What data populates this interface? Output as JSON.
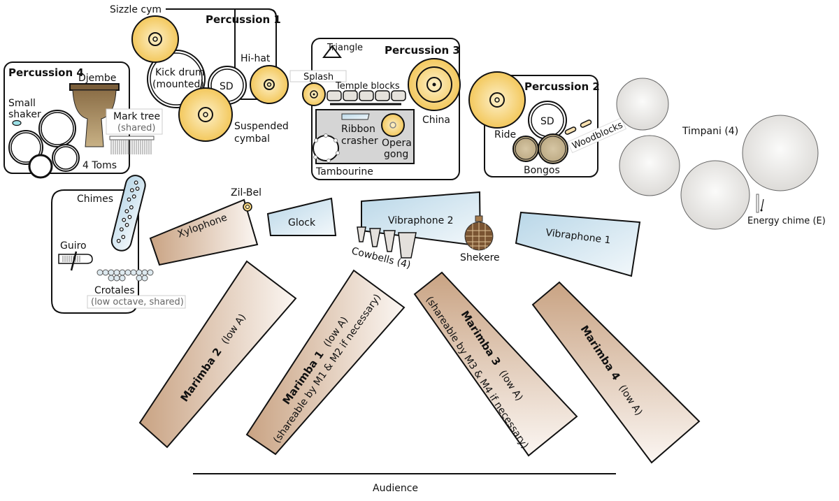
{
  "title": "Percussion ensemble stage setup",
  "colors": {
    "cymbal": "#f5c85a",
    "wood": "#c9a687",
    "metal": "#bcd9e9",
    "timpani": "#e6e4e2",
    "bongo": "#c9b896",
    "djembe": "#a88c62",
    "ink": "#111111"
  },
  "stations": {
    "p1": {
      "title": "Percussion 1",
      "sizzle": "Sizzle cym",
      "kick_line1": "Kick drum",
      "kick_line2": "(mounted)",
      "sd": "SD",
      "hihat": "Hi-hat",
      "susp_line1": "Suspended",
      "susp_line2": "cymbal"
    },
    "p2": {
      "title": "Percussion 2",
      "ride": "Ride",
      "sd": "SD",
      "woodblocks": "Woodblocks",
      "bongos": "Bongos"
    },
    "p3": {
      "title": "Percussion 3",
      "triangle": "Triangle",
      "splash": "Splash",
      "temple_blocks": "Temple blocks",
      "china": "China",
      "ribbon_line1": "Ribbon",
      "ribbon_line2": "crasher",
      "opera_line1": "Opera",
      "opera_line2": "gong",
      "tambourine": "Tambourine"
    },
    "p4": {
      "title": "Percussion 4",
      "djembe": "Djembe",
      "shaker_line1": "Small",
      "shaker_line2": "shaker",
      "toms": "4 Toms",
      "mark_tree": "Mark tree",
      "mark_tree_note": "(shared)"
    },
    "aux": {
      "chimes": "Chimes",
      "guiro": "Guiro",
      "crotales": "Crotales",
      "crotales_note": "(low octave, shared)"
    }
  },
  "keyboards": {
    "xylophone": "Xylophone",
    "zil_bel": "Zil-Bel",
    "glock": "Glock",
    "vibraphone2": "Vibraphone 2",
    "cowbells": "Cowbells (4)",
    "shekere": "Shekere",
    "vibraphone1": "Vibraphone 1",
    "marimba2": {
      "name": "Marimba 2",
      "range": "(low A)"
    },
    "marimba1": {
      "name": "Marimba 1",
      "range": "(low A)",
      "note": "(shareable by M1 & M2 if necessary)"
    },
    "marimba3": {
      "name": "Marimba 3",
      "range": "(low A)",
      "note": "(shareable by M3 & M4 if necessary)"
    },
    "marimba4": {
      "name": "Marimba 4",
      "range": "(low A)"
    }
  },
  "timpani": {
    "label": "Timpani (4)",
    "count": 4,
    "energy_chime": "Energy chime (E)"
  },
  "audience": "Audience"
}
